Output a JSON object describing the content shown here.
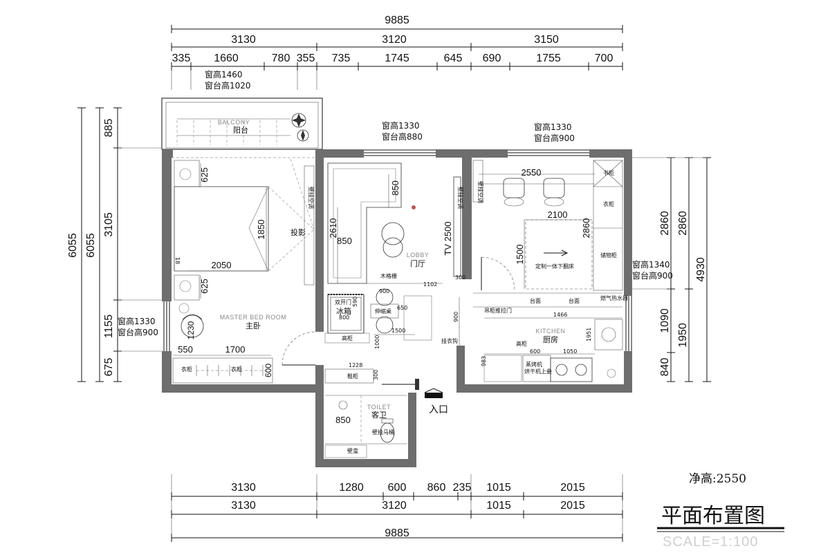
{
  "dims": {
    "total": "9885",
    "top_mid": [
      "3130",
      "3120",
      "3150"
    ],
    "top_detail": [
      "335",
      "1660",
      "780",
      "355",
      "735",
      "1745",
      "645",
      "690",
      "1755",
      "700"
    ],
    "left_outer": "6055",
    "left_outer2": "6055",
    "left_sub": [
      "885",
      "3105",
      "1155",
      "675"
    ],
    "right_a": [
      "2860",
      "1090",
      "840"
    ],
    "right_b": [
      "2860",
      "1950"
    ],
    "right_total": "4930",
    "bottom1": [
      "3130",
      "1280",
      "600",
      "860",
      "235",
      "1015",
      "2015"
    ],
    "bottom2": [
      "3130",
      "3120",
      "1015",
      "2015"
    ],
    "bottom_total": "9885"
  },
  "window_notes": {
    "balcony": [
      "窗高1460",
      "窗台高1020"
    ],
    "lobby": [
      "窗高1330",
      "窗台高880"
    ],
    "kitchen_top": [
      "窗高1330",
      "窗台高900"
    ],
    "master": [
      "窗高1330",
      "窗台高900"
    ],
    "kitchen_right": [
      "窗高1340",
      "窗台高900"
    ]
  },
  "rooms": {
    "balcony_en": "BALCONY",
    "balcony_cn": "阳台",
    "master_en": "MASTER BED ROOM",
    "master_cn": "主卧",
    "lobby_en": "LOBBY",
    "lobby_cn": "门厅",
    "kitchen_en": "KITCHEN",
    "kitchen_cn": "厨房",
    "toilet_en": "TOILET",
    "toilet_cn": "客卫",
    "entrance": "入口"
  },
  "interior": {
    "m625a": "625",
    "m1850": "1850",
    "m2050": "2050",
    "m625b": "625",
    "m1230": "1230",
    "m550": "550",
    "m1700": "1700",
    "m600": "600",
    "m18": "18",
    "projection": "投影",
    "wall_ac1": "壁挂空调",
    "l850a": "850",
    "l2610": "2610",
    "l850b": "850",
    "tv": "TV 2500",
    "wood_grille": "木格栅",
    "l900": "900",
    "l650": "650",
    "l1102": "1102",
    "l300": "300",
    "l800": "800",
    "l1500": "1500",
    "l1000": "1000",
    "l1228": "1228",
    "l300b": "300",
    "l900b": "900",
    "fridge_door": "双开门",
    "fridge": "冰箱",
    "fridge_w": "590",
    "retract_table": "伸缩桌",
    "tall_cab1": "高柜",
    "coat_hook": "挂衣钩",
    "shoe_cab": "鞋柜",
    "wall_ac2": "壁挂空调",
    "k2550": "2550",
    "k2100": "2100",
    "k2860": "2860",
    "k1500": "1500",
    "bed": "定制一体下翻床",
    "book_cab": "书柜",
    "wardrobe2": "衣柜",
    "storage": "储物柜",
    "gas_heater": "燃气热水器",
    "tabletop": "台面",
    "sliding_door": "吊柜推拉门",
    "k1466": "1466",
    "k1951": "1951",
    "tall_cab2": "高柜",
    "k600": "600",
    "k1050": "1050",
    "k983": "983",
    "oven": "蒸烤机",
    "oven2": "烘干机上叠",
    "wardrobe": "衣柜",
    "t850": "850",
    "wc": "壁挂马桶",
    "basin": "壁龛"
  },
  "footer": {
    "clear_height": "净高:2550",
    "title": "平面布置图",
    "scale": "SCALE=1:100"
  }
}
